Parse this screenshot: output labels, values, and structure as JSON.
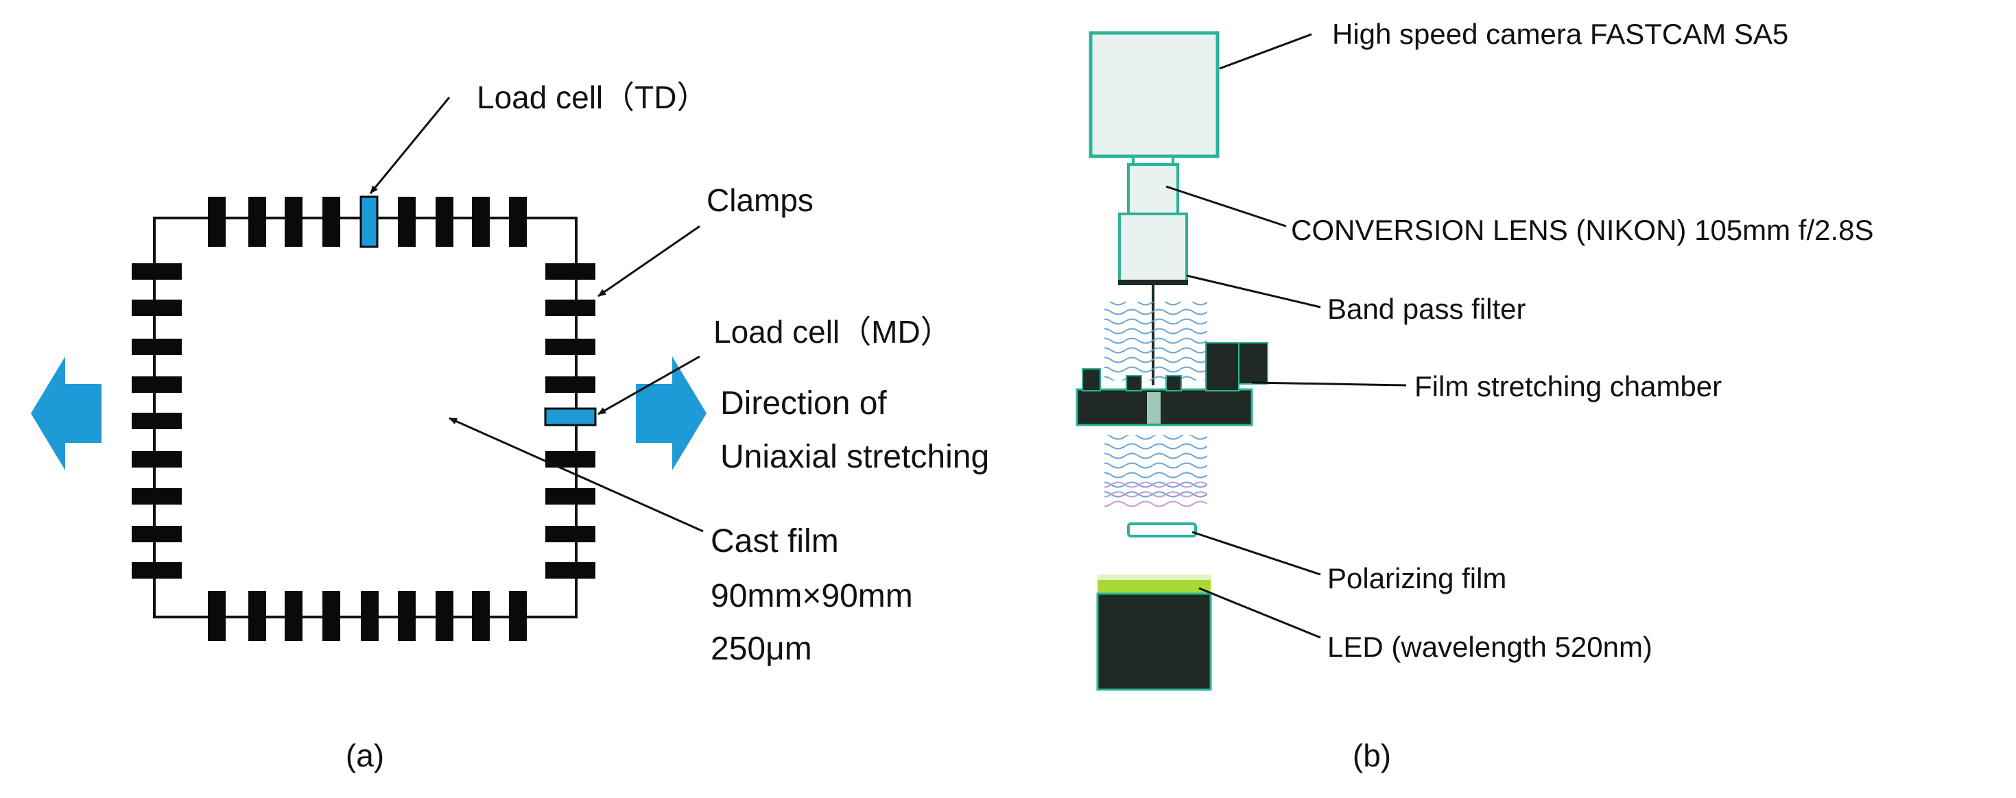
{
  "panel_a": {
    "load_cell_td": "Load cell（TD）",
    "clamps": "Clamps",
    "load_cell_md": "Load cell（MD）",
    "direction_line1": "Direction of",
    "direction_line2": "Uniaxial stretching",
    "cast_film_line1": "Cast film",
    "cast_film_line2": "90mm×90mm",
    "cast_film_line3": "250μm",
    "caption": "(a)"
  },
  "panel_b": {
    "camera": "High speed camera FASTCAM SA5",
    "lens": "CONVERSION LENS (NIKON) 105mm f/2.8S",
    "filter": "Band pass filter",
    "chamber": "Film stretching chamber",
    "polarizer": "Polarizing film",
    "led": "LED (wavelength 520nm)",
    "caption": "(b)"
  },
  "colors": {
    "arrow_blue": "#1e9bd7",
    "clamp_black": "#0a0a0a",
    "load_cell_blue": "#1e9bd7",
    "device_teal": "#2bb39a",
    "device_dark": "#1f2a25",
    "led_green": "#a8d838"
  }
}
